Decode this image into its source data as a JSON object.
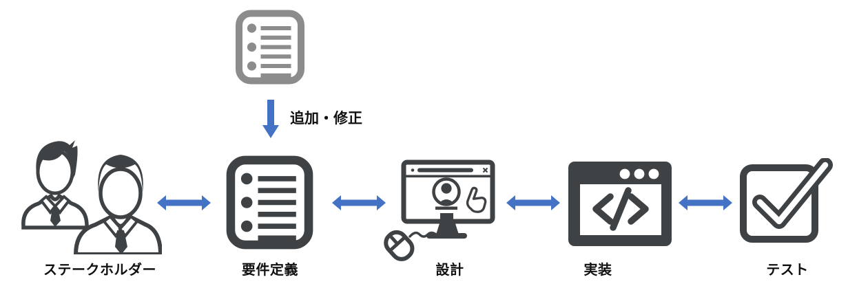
{
  "diagram": {
    "annotation": "追加・修正",
    "stages": [
      {
        "id": "stakeholders",
        "label": "ステークホルダー",
        "icon": "stakeholders-icon"
      },
      {
        "id": "requirements",
        "label": "要件定義",
        "icon": "requirements-list-icon"
      },
      {
        "id": "design",
        "label": "設計",
        "icon": "design-monitor-icon"
      },
      {
        "id": "implementation",
        "label": "実装",
        "icon": "code-window-icon"
      },
      {
        "id": "test",
        "label": "テスト",
        "icon": "test-checkbox-icon"
      }
    ],
    "change_source_icon": "change-list-icon",
    "connector": "bidirectional-arrow",
    "colors": {
      "arrow_blue": "#4472C4",
      "icon_dark": "#3F4245",
      "icon_gray": "#8C8C8C",
      "label_text": "#111111",
      "background": "#FFFFFF"
    }
  }
}
